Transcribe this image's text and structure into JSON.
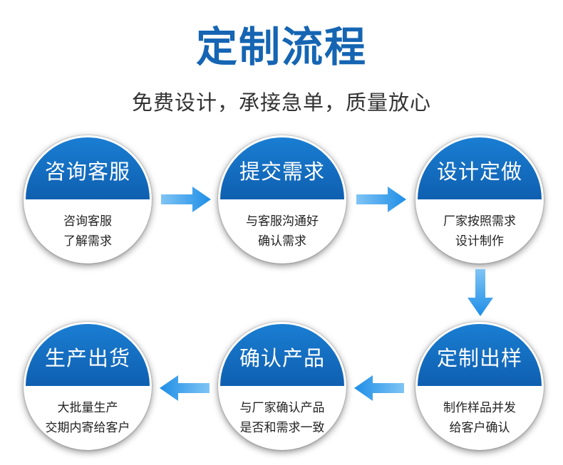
{
  "title": "定制流程",
  "subtitle": "免费设计，承接急单，质量放心",
  "steps": [
    {
      "title": "咨询客服",
      "line1": "咨询客服",
      "line2": "了解需求"
    },
    {
      "title": "提交需求",
      "line1": "与客服沟通好",
      "line2": "确认需求"
    },
    {
      "title": "设计定做",
      "line1": "厂家按照需求",
      "line2": "设计制作"
    },
    {
      "title": "定制出样",
      "line1": "制作样品并发",
      "line2": "给客户确认"
    },
    {
      "title": "确认产品",
      "line1": "与厂家确认产品",
      "line2": "是否和需求一致"
    },
    {
      "title": "生产出货",
      "line1": "大批量生产",
      "line2": "交期内寄给客户"
    }
  ],
  "colors": {
    "accent": "#1565b3",
    "circle_top": "#1a7ed2",
    "arrow": "#1e8ee6",
    "text": "#333333"
  }
}
